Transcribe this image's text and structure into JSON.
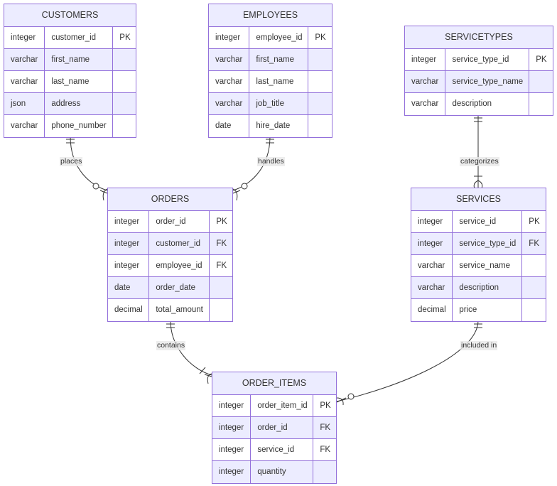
{
  "entities": {
    "customers": {
      "name": "CUSTOMERS",
      "rows": [
        {
          "type": "integer",
          "name": "customer_id",
          "key": "PK"
        },
        {
          "type": "varchar",
          "name": "first_name",
          "key": ""
        },
        {
          "type": "varchar",
          "name": "last_name",
          "key": ""
        },
        {
          "type": "json",
          "name": "address",
          "key": ""
        },
        {
          "type": "varchar",
          "name": "phone_number",
          "key": ""
        }
      ]
    },
    "employees": {
      "name": "EMPLOYEES",
      "rows": [
        {
          "type": "integer",
          "name": "employee_id",
          "key": "PK"
        },
        {
          "type": "varchar",
          "name": "first_name",
          "key": ""
        },
        {
          "type": "varchar",
          "name": "last_name",
          "key": ""
        },
        {
          "type": "varchar",
          "name": "job_title",
          "key": ""
        },
        {
          "type": "date",
          "name": "hire_date",
          "key": ""
        }
      ]
    },
    "servicetypes": {
      "name": "SERVICETYPES",
      "rows": [
        {
          "type": "integer",
          "name": "service_type_id",
          "key": "PK"
        },
        {
          "type": "varchar",
          "name": "service_type_name",
          "key": ""
        },
        {
          "type": "varchar",
          "name": "description",
          "key": ""
        }
      ]
    },
    "orders": {
      "name": "ORDERS",
      "rows": [
        {
          "type": "integer",
          "name": "order_id",
          "key": "PK"
        },
        {
          "type": "integer",
          "name": "customer_id",
          "key": "FK"
        },
        {
          "type": "integer",
          "name": "employee_id",
          "key": "FK"
        },
        {
          "type": "date",
          "name": "order_date",
          "key": ""
        },
        {
          "type": "decimal",
          "name": "total_amount",
          "key": ""
        }
      ]
    },
    "services": {
      "name": "SERVICES",
      "rows": [
        {
          "type": "integer",
          "name": "service_id",
          "key": "PK"
        },
        {
          "type": "integer",
          "name": "service_type_id",
          "key": "FK"
        },
        {
          "type": "varchar",
          "name": "service_name",
          "key": ""
        },
        {
          "type": "varchar",
          "name": "description",
          "key": ""
        },
        {
          "type": "decimal",
          "name": "price",
          "key": ""
        }
      ]
    },
    "order_items": {
      "name": "ORDER_ITEMS",
      "rows": [
        {
          "type": "integer",
          "name": "order_item_id",
          "key": "PK"
        },
        {
          "type": "integer",
          "name": "order_id",
          "key": "FK"
        },
        {
          "type": "integer",
          "name": "service_id",
          "key": "FK"
        },
        {
          "type": "integer",
          "name": "quantity",
          "key": ""
        }
      ]
    }
  },
  "relationships": {
    "places": {
      "label": "places",
      "from": "CUSTOMERS",
      "to": "ORDERS"
    },
    "handles": {
      "label": "handles",
      "from": "EMPLOYEES",
      "to": "ORDERS"
    },
    "categorizes": {
      "label": "categorizes",
      "from": "SERVICETYPES",
      "to": "SERVICES"
    },
    "contains": {
      "label": "contains",
      "from": "ORDERS",
      "to": "ORDER_ITEMS"
    },
    "included_in": {
      "label": "included in",
      "from": "SERVICES",
      "to": "ORDER_ITEMS"
    }
  },
  "colors": {
    "border": "#9370DB",
    "header_fill": "#ECECFF",
    "line": "#333333"
  }
}
